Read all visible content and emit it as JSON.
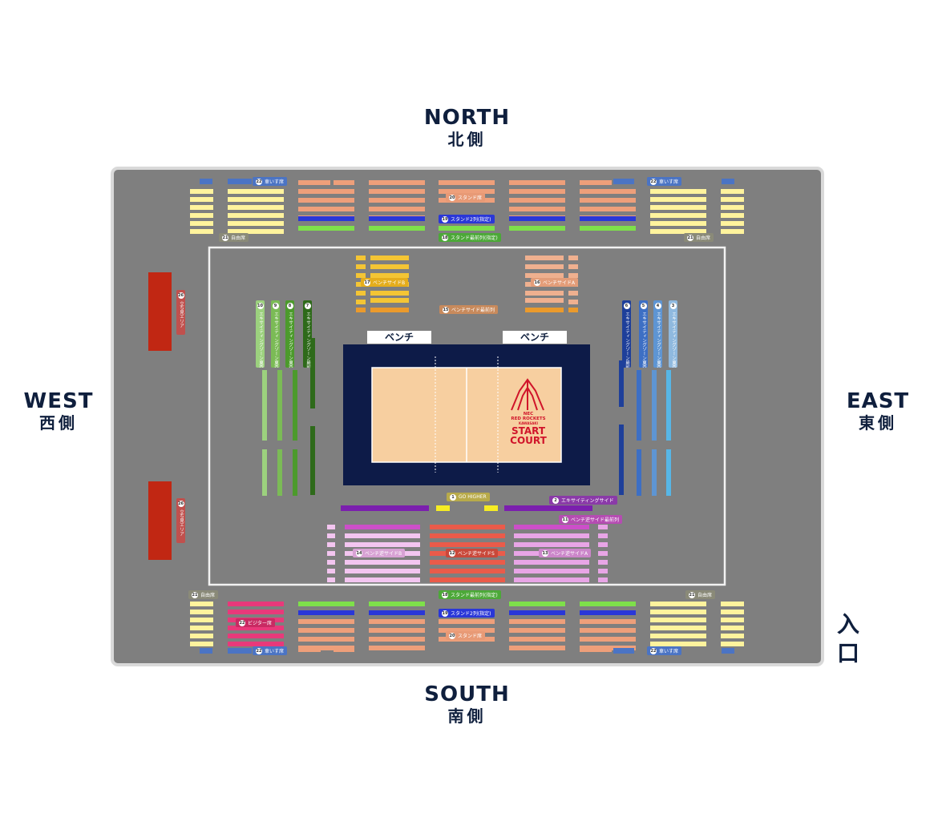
{
  "directions": {
    "north": {
      "en": "NORTH",
      "jp": "北側"
    },
    "south": {
      "en": "SOUTH",
      "jp": "南側"
    },
    "west": {
      "en": "WEST",
      "jp": "西側"
    },
    "east": {
      "en": "EAST",
      "jp": "東側"
    }
  },
  "entrance": [
    "入",
    "口"
  ],
  "bench_labels": {
    "left": "ベンチ",
    "right": "ベンチ"
  },
  "court": {
    "logo_top": "NEC",
    "logo_team": "RED ROCKETS",
    "logo_sub": "KAWASAKI",
    "logo_line1": "START",
    "logo_line2": "COURT"
  },
  "sections": {
    "wheelchair_nw": {
      "num": "22",
      "label": "車いす席"
    },
    "wheelchair_ne": {
      "num": "22",
      "label": "車いす席"
    },
    "wheelchair_sw": {
      "num": "22",
      "label": "車いす席"
    },
    "wheelchair_se": {
      "num": "22",
      "label": "車いす席"
    },
    "free_nw": {
      "num": "21",
      "label": "自由席"
    },
    "free_ne": {
      "num": "21",
      "label": "自由席"
    },
    "free_sw": {
      "num": "21",
      "label": "自由席"
    },
    "free_se": {
      "num": "21",
      "label": "自由席"
    },
    "stand_n": {
      "num": "20",
      "label": "スタンド席"
    },
    "stand_2nd_n": {
      "num": "19",
      "label": "スタンド2列(指定)"
    },
    "stand_front_n": {
      "num": "18",
      "label": "スタンド最前列(指定)"
    },
    "stand_s": {
      "num": "20",
      "label": "スタンド席"
    },
    "stand_2nd_s": {
      "num": "19",
      "label": "スタンド2列(指定)"
    },
    "stand_front_s": {
      "num": "18",
      "label": "スタンド最前列(指定)"
    },
    "bench_side_b": {
      "num": "17",
      "label": "ベンチサイドB"
    },
    "bench_side_a": {
      "num": "16",
      "label": "ベンチサイドA"
    },
    "bench_side_front": {
      "num": "15",
      "label": "ベンチサイド最前列"
    },
    "bench_opp_b": {
      "num": "14",
      "label": "ベンチ逆サイドB"
    },
    "bench_opp_a": {
      "num": "13",
      "label": "ベンチ逆サイドA"
    },
    "bench_opp_s": {
      "num": "12",
      "label": "ベンチ逆サイドS"
    },
    "bench_opp_front": {
      "num": "11",
      "label": "ベンチ逆サイド最前列"
    },
    "visitor": {
      "num": "22",
      "label": "ビジター席"
    },
    "go_higher": {
      "num": "1",
      "label": "GO HIGHER"
    },
    "exciting_side": {
      "num": "2",
      "label": "エキサイティングサイド"
    },
    "standing_area_w1": {
      "num": "26",
      "label": "立ち見エリア"
    },
    "standing_area_w2": {
      "num": "26",
      "label": "立ち見エリア"
    }
  },
  "west_zones": [
    {
      "num": "10",
      "label": "エキサイティングゾーン東西北"
    },
    {
      "num": "9",
      "label": "エキサイティングゾーン東西北"
    },
    {
      "num": "8",
      "label": "エキサイティングゾーン東西北"
    },
    {
      "num": "7",
      "label": "エキサイティングゾーン最前列"
    }
  ],
  "east_zones": [
    {
      "num": "6",
      "label": "エキサイティングゾーン最前列"
    },
    {
      "num": "5",
      "label": "エキサイティングゾーン東西北"
    },
    {
      "num": "4",
      "label": "エキサイティングゾーン東西北"
    },
    {
      "num": "3",
      "label": "エキサイティングゾーン東西北"
    }
  ],
  "colors": {
    "arena_bg": "#7f7f7f",
    "court_frame": "#0d1b48",
    "court_floor": "#f7cfa0",
    "stand_seat": "#ee9f7a",
    "free_seat": "#fff39d",
    "wheelchair": "#4b74c4",
    "stand_front": "#7ee04a",
    "stand_2nd": "#2a37d8",
    "bench_side_b": "#f4c534",
    "bench_side_a": "#efb08f",
    "bench_side_front": "#eb9a2c",
    "exciting_side": "#7b1fae",
    "go_higher": "#f6ec24",
    "bench_opp_front": "#cc4fc9",
    "bench_opp_b": "#f3c5f0",
    "bench_opp_s": "#ea5b4a",
    "bench_opp_a": "#e8a5e6",
    "visitor": "#e8397a",
    "standing_area": "#c12713",
    "west_zone_1": "#9cd17e",
    "west_zone_2": "#7bbb56",
    "west_zone_3": "#4c9a2c",
    "west_zone_4": "#2e6a1a",
    "east_zone_1": "#1e3f9a",
    "east_zone_2": "#3d6fc4",
    "east_zone_3": "#5e95d3",
    "east_zone_4": "#57b6e6"
  }
}
